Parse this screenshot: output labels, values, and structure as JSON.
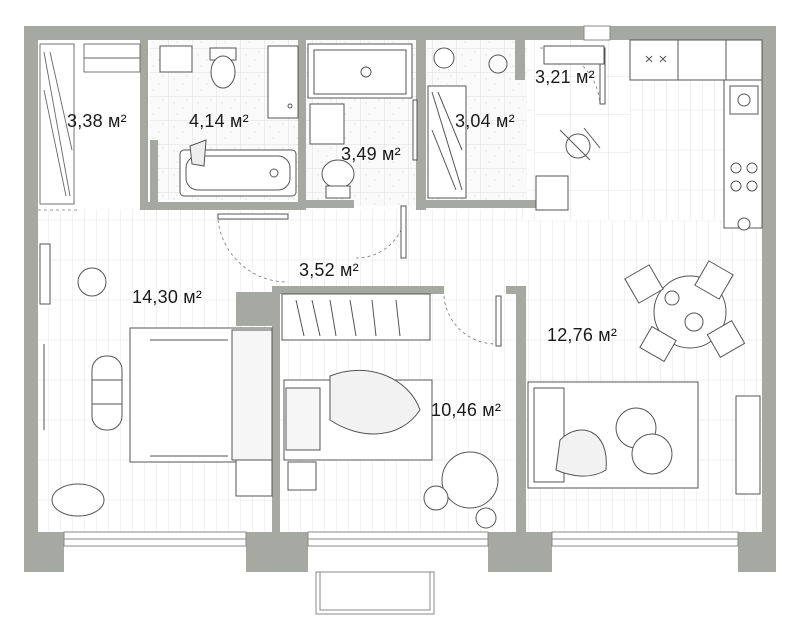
{
  "floor_plan": {
    "unit": "м²",
    "rooms": [
      {
        "id": "storage",
        "area": "3,38 м²"
      },
      {
        "id": "bathroom",
        "area": "4,14 м²"
      },
      {
        "id": "shower",
        "area": "3,49 м²"
      },
      {
        "id": "wardrobe",
        "area": "3,04 м²"
      },
      {
        "id": "entrance",
        "area": "3,21 м²"
      },
      {
        "id": "hallway",
        "area": "3,52 м²"
      },
      {
        "id": "bedroom-large",
        "area": "14,30 м²"
      },
      {
        "id": "bedroom-small",
        "area": "10,46 м²"
      },
      {
        "id": "kitchen-living",
        "area": "12,76 м²"
      }
    ]
  },
  "colors": {
    "wall": "#a6a8a2",
    "wall_dark": "#8f918b",
    "line": "#5a5a5a",
    "floor_planks": "#e6e6e6",
    "tile": "#d9d9d9"
  }
}
